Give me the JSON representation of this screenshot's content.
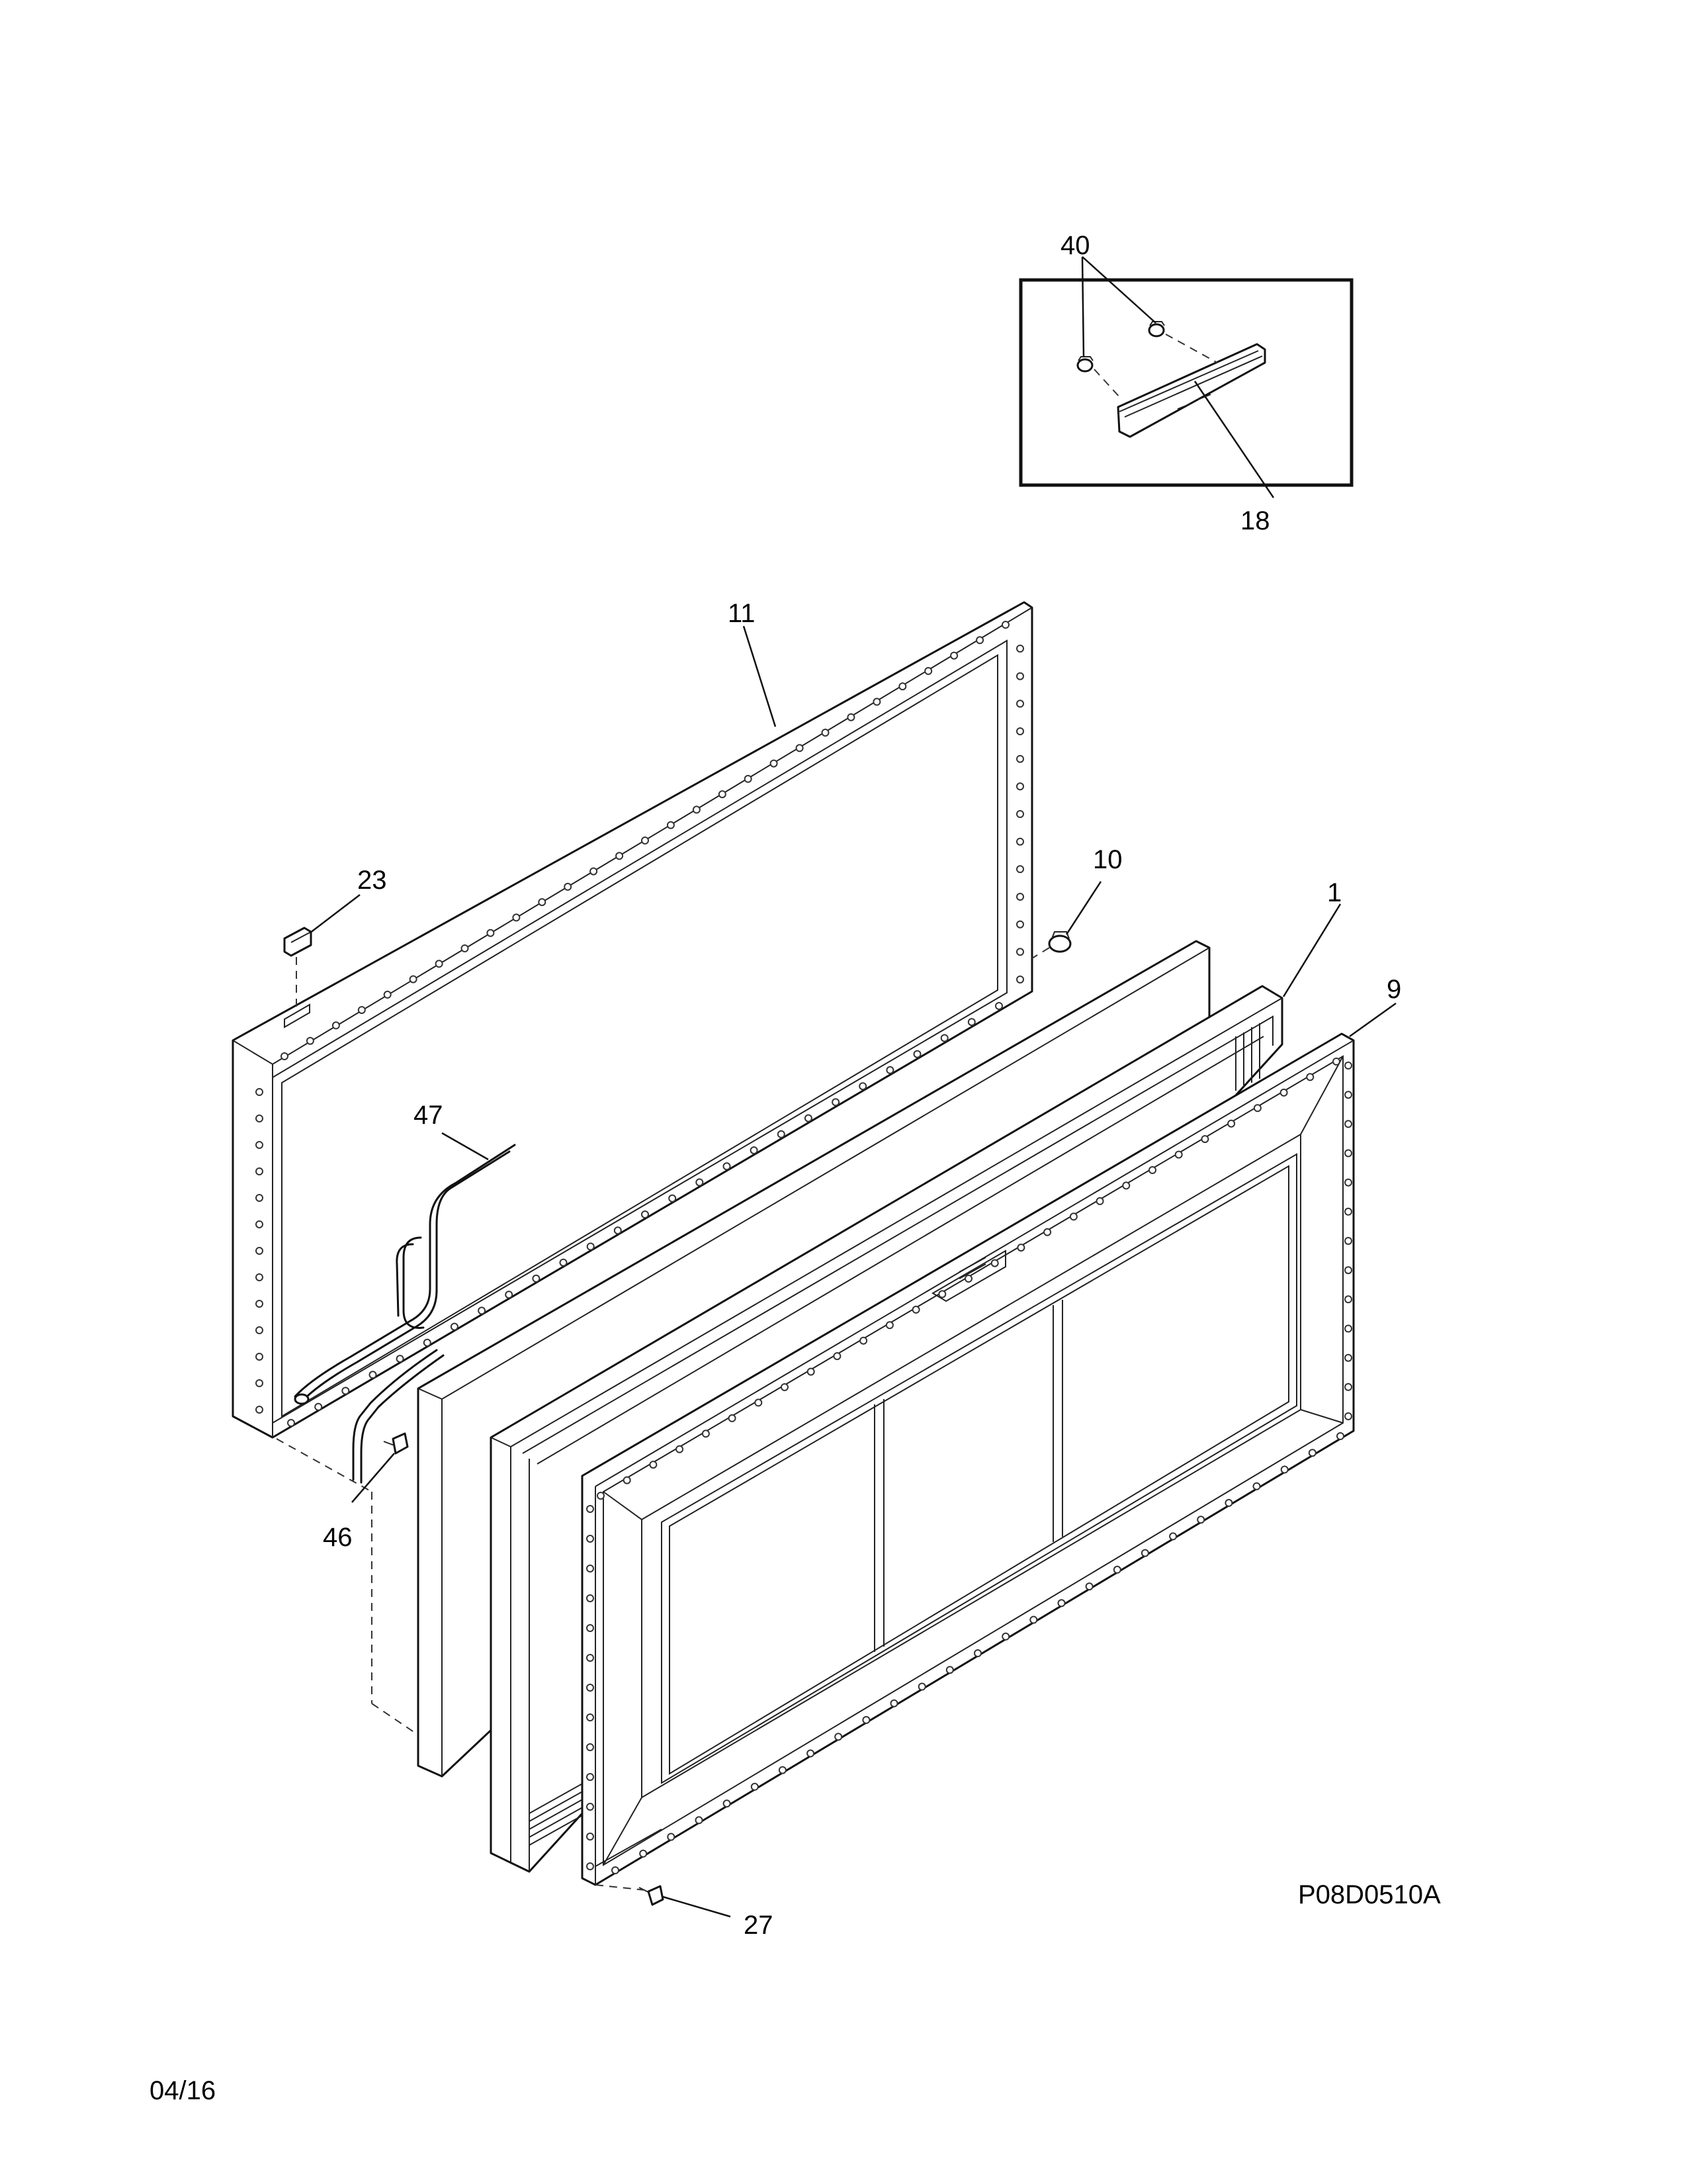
{
  "diagram": {
    "drawing_code": "P08D0510A",
    "date_code": "04/16",
    "part_callouts": [
      "40",
      "18",
      "11",
      "23",
      "10",
      "1",
      "9",
      "47",
      "46",
      "27"
    ]
  }
}
